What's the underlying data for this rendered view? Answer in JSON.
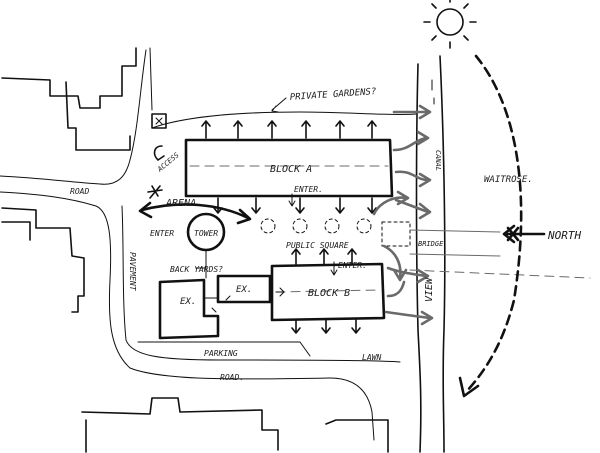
{
  "labels": {
    "private_gardens": "PRIVATE GARDENS?",
    "block_a": "BLOCK A",
    "enter_a": "ENTER.",
    "access": "ACCESS",
    "road_left": "ROAD",
    "arena": "ARENA",
    "enter_tower": "ENTER",
    "tower": "TOWER",
    "public_square": "PUBLIC SQUARE",
    "back_yards": "BACK YARDS?",
    "ex1": "EX.",
    "ex2": "EX.",
    "enter_b": "ENTER.",
    "block_b": "BLOCK B",
    "parking": "PARKING",
    "lawn": "LAWN",
    "road_bottom": "ROAD.",
    "pavement": "PAVEMENT",
    "canal": "CANAL",
    "waitrose": "WAITROSE.",
    "bridge": "BRIDGE.",
    "north": "NORTH",
    "view": "VIEW"
  },
  "colors": {
    "ink": "#111111",
    "grey": "#6a6a6a",
    "paper": "#ffffff"
  },
  "icons": [
    "sun-icon",
    "north-arrow-icon",
    "tree-icon"
  ]
}
